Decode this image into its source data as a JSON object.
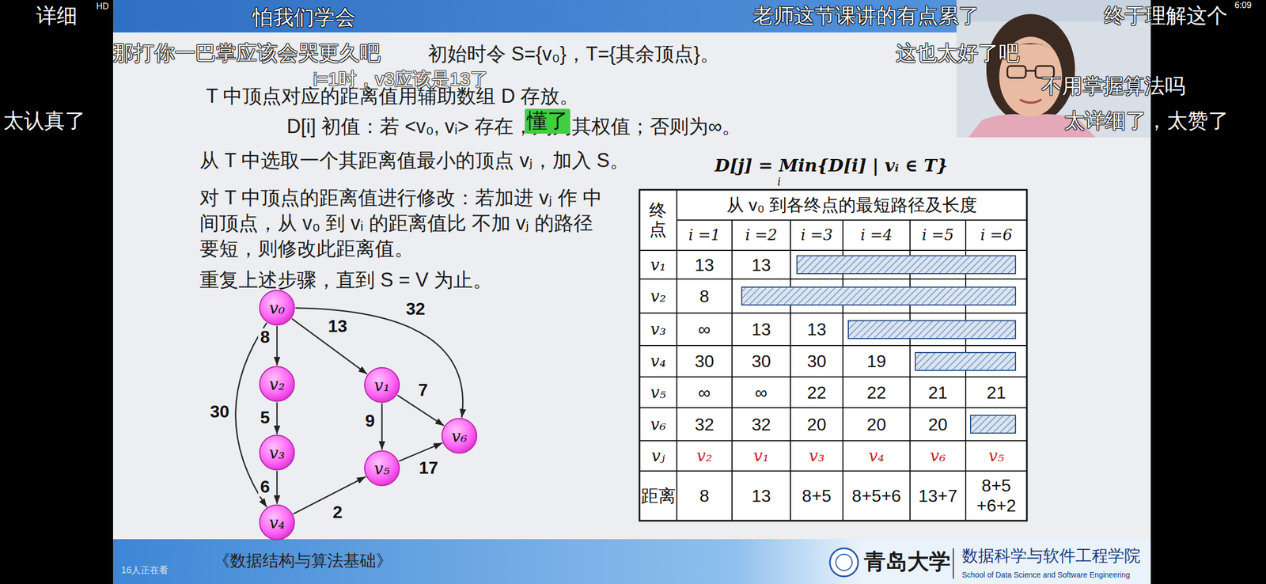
{
  "diagram": {
    "nodes": [
      {
        "text": [
          "v₀"
        ]
      },
      {
        "text": [
          "v₂"
        ]
      },
      {
        "text": [
          "v₁"
        ]
      },
      {
        "text": [
          "v₃"
        ]
      },
      {
        "text": [
          "v₆"
        ]
      },
      {
        "text": [
          "v₅"
        ]
      },
      {
        "text": [
          "v₄"
        ]
      }
    ],
    "edges": [
      {
        "from": 0,
        "to": 1,
        "arrow": "to",
        "label": "8"
      },
      {
        "from": 0,
        "to": 2,
        "arrow": "to",
        "label": "13"
      },
      {
        "from": 0,
        "to": 4,
        "arrow": "to",
        "label": "32"
      },
      {
        "from": 0,
        "to": 6,
        "arrow": "to",
        "label": "30"
      },
      {
        "from": 1,
        "to": 3,
        "arrow": "to",
        "label": "5"
      },
      {
        "from": 3,
        "to": 6,
        "arrow": "to",
        "label": "6"
      },
      {
        "from": 2,
        "to": 5,
        "arrow": "to",
        "label": "9"
      },
      {
        "from": 2,
        "to": 4,
        "arrow": "to",
        "label": "7"
      },
      {
        "from": 6,
        "to": 5,
        "arrow": "to",
        "label": "2"
      },
      {
        "from": 5,
        "to": 4,
        "arrow": "to",
        "label": "17"
      }
    ],
    "labels": [
      "HD",
      "详细",
      "怕我们学会",
      "老师这节课讲的有点累了",
      "终于理解这个",
      "6:09",
      "那打你一巴掌应该会哭更久吧",
      "初始时令 S={v₀}，T={其余顶点}。",
      "这也太好了吧",
      "i=1时，v3应该是13了",
      "T 中顶点对应的距离值用辅助数组 D 存放。",
      "不用掌握算法吗",
      "太认真了",
      "D[i] 初值：若 <v₀, vᵢ> 存在，则为其权值；否则为∞。",
      "懂了",
      "太详细了，太赞了",
      "从 T 中选取一个其距离值最小的顶点 vⱼ，加入 S。",
      "D[j] = Min{D[i] | vᵢ ∈ T}",
      "i",
      "对 T 中顶点的距离值进行修改：若加进 vⱼ 作 中间顶点，从 v₀ 到 vᵢ 的距离值比 不加 vⱼ 的路径要短，则修改此距离值。",
      "重复上述步骤，直到 S = V 为止。",
      "终点",
      "从 v₀ 到各终点的最短路径及长度",
      "i =1",
      "i =2",
      "i =3",
      "i =4",
      "i =5",
      "i =6",
      "v₁",
      "13",
      "13",
      "v₂",
      "8",
      "v₃",
      "∞",
      "13",
      "13",
      "v₄",
      "30",
      "30",
      "30",
      "19",
      "v₅",
      "∞",
      "∞",
      "22",
      "22",
      "21",
      "21",
      "v₆",
      "32",
      "32",
      "20",
      "20",
      "20",
      "vⱼ",
      "v₂",
      "v₁",
      "v₃",
      "v₄",
      "v₆",
      "v₅",
      "距离",
      "8",
      "13",
      "8+5",
      "8+5+6",
      "13+7",
      "8+5 +6+2",
      "《数据结构与算法基础》",
      "青岛大学",
      "数据科学与软件工程学院",
      "School of Data Science and Software Engineering",
      "16人正在看"
    ]
  }
}
